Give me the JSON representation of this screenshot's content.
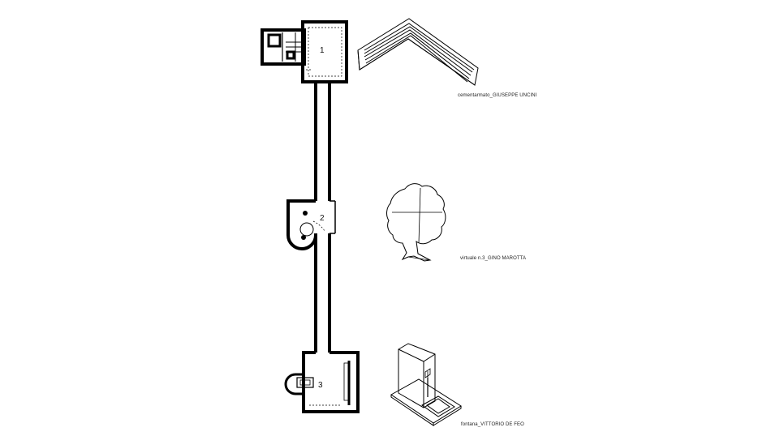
{
  "plan": {
    "rooms": [
      {
        "number": "1"
      },
      {
        "number": "2"
      },
      {
        "number": "3"
      }
    ]
  },
  "artworks": [
    {
      "caption": "cementarmato_GIUSEPPE UNCINI",
      "icon": "zigzag-relief-sculpture"
    },
    {
      "caption": "virtuale n.3_GINO MAROTTA",
      "icon": "tree-silhouette-sculpture"
    },
    {
      "caption": "fontana_VITTORIO DE FEO",
      "icon": "fountain-block-sculpture"
    }
  ]
}
